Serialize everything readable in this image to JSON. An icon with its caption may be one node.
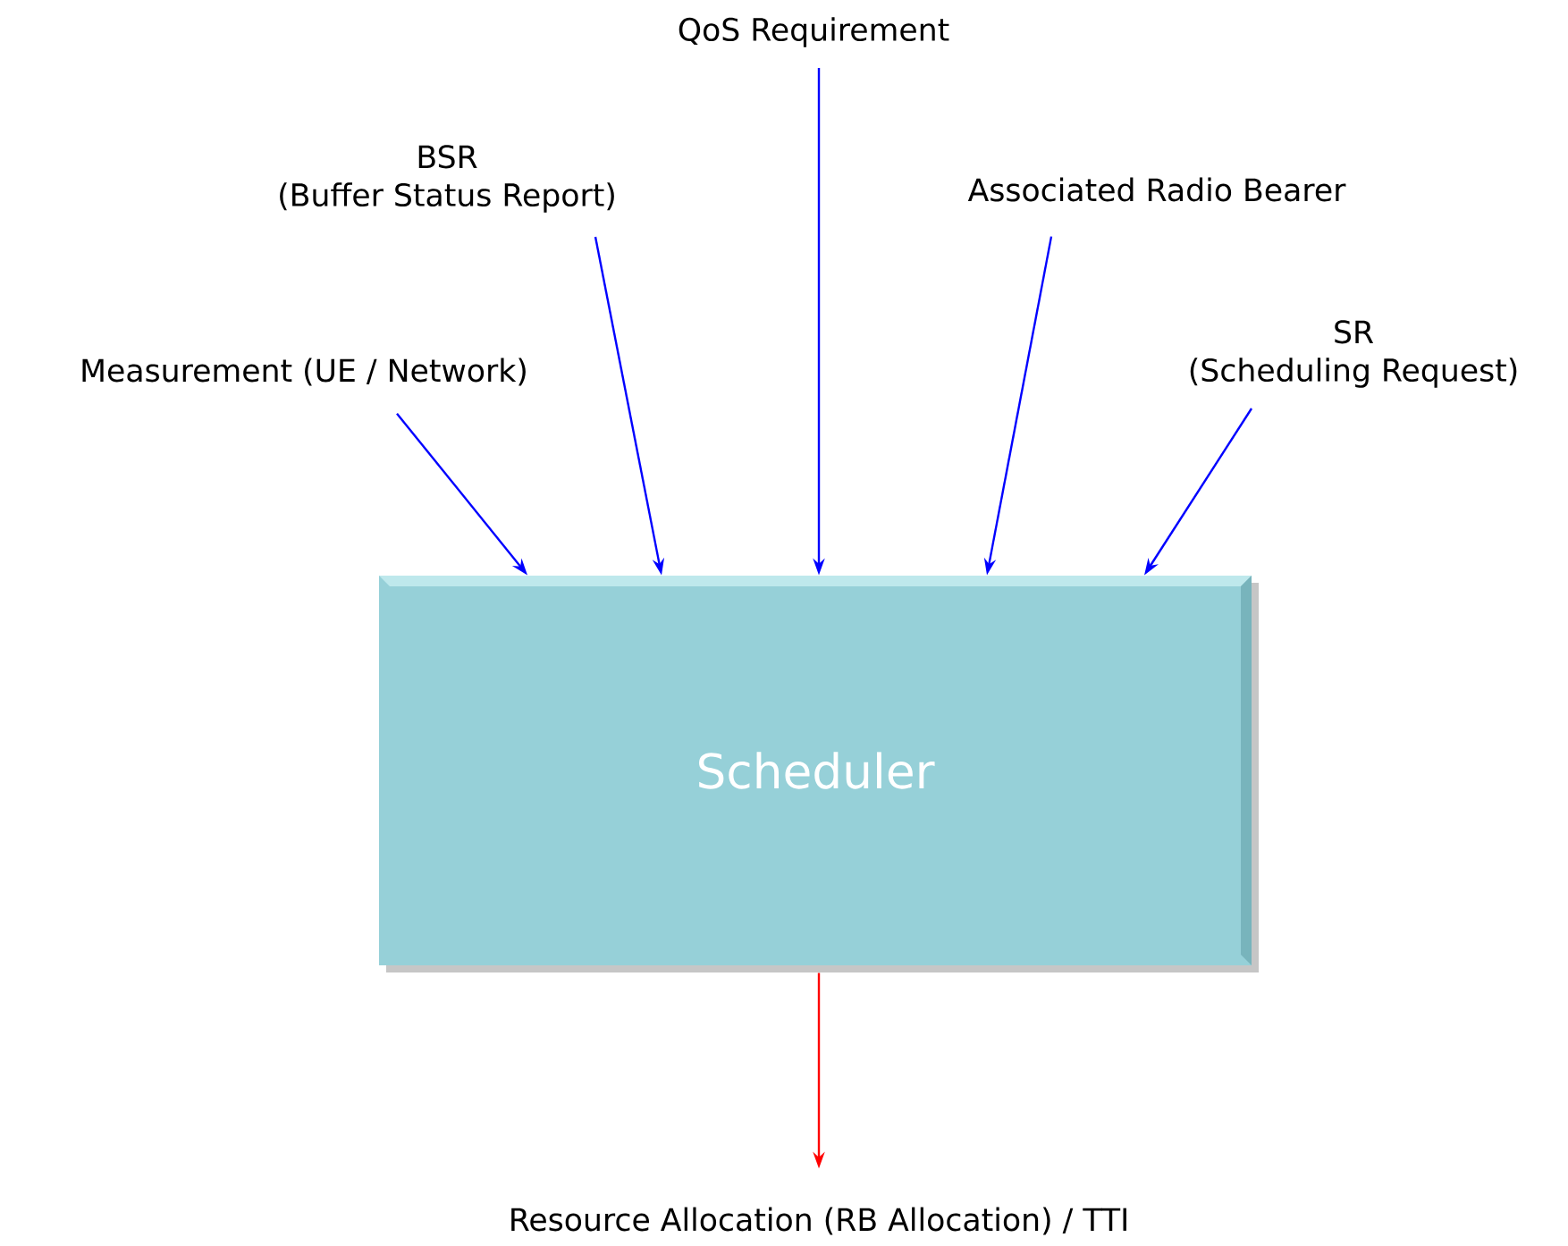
{
  "diagram": {
    "nodes": [
      {
        "text": [
          "Measurement (UE / Network)"
        ]
      },
      {
        "text": [
          "BSR",
          "(Buffer Status Report)"
        ]
      },
      {
        "text": [
          "QoS Requirement"
        ]
      },
      {
        "text": [
          "Associated Radio Bearer"
        ]
      },
      {
        "text": [
          "SR",
          "(Scheduling Request)"
        ]
      },
      {
        "text": [
          "Scheduler"
        ]
      },
      {
        "text": [
          "Resource Allocation (RB Allocation) / TTI"
        ]
      }
    ],
    "edges": [
      {
        "from": 0,
        "to": 5,
        "arrow": "to"
      },
      {
        "from": 1,
        "to": 5,
        "arrow": "to"
      },
      {
        "from": 2,
        "to": 5,
        "arrow": "to"
      },
      {
        "from": 3,
        "to": 5,
        "arrow": "to"
      },
      {
        "from": 4,
        "to": 5,
        "arrow": "to"
      },
      {
        "from": 5,
        "to": 6,
        "arrow": "to",
        "color": "#ff0000"
      }
    ]
  }
}
